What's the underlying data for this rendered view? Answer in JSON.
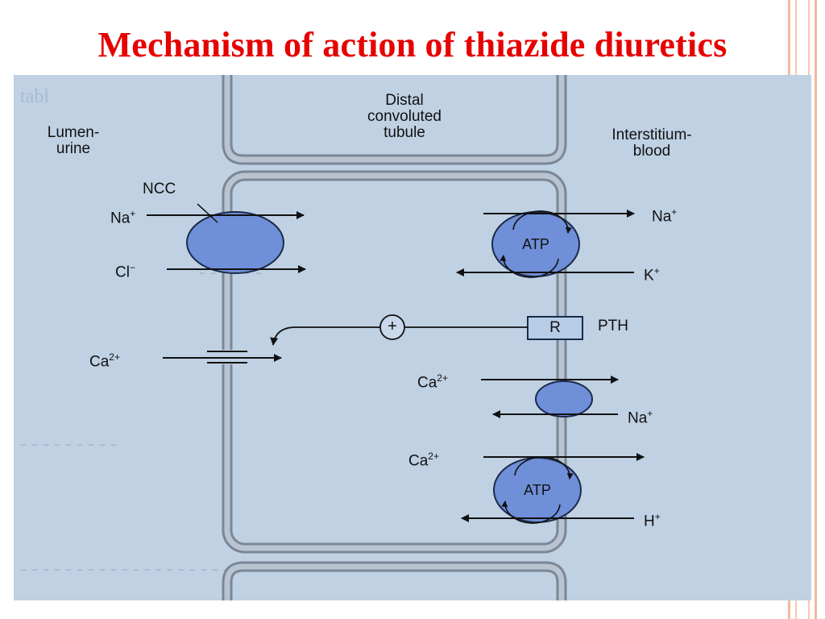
{
  "title": "Mechanism of action of thiazide diuretics",
  "labels": {
    "tubule": [
      "Distal",
      "convoluted",
      "tubule"
    ],
    "lumen": [
      "Lumen-",
      "urine"
    ],
    "interstitium": [
      "Interstitium-",
      "blood"
    ],
    "ncc": "NCC",
    "na": "Na",
    "cl": "Cl",
    "k": "K",
    "ca": "Ca",
    "h": "H",
    "atp": "ATP",
    "receptor": "R",
    "pth": "PTH",
    "plus_sign": "+",
    "charge_plus": "+",
    "charge_minus": "−",
    "charge_2plus": "2+"
  },
  "colors": {
    "title": "#e60000",
    "figure_background": "#bfd1e3",
    "transporter_fill": "#6f8fd8",
    "cell_wall": "#8e9aa8",
    "border": "#f2b89a"
  }
}
